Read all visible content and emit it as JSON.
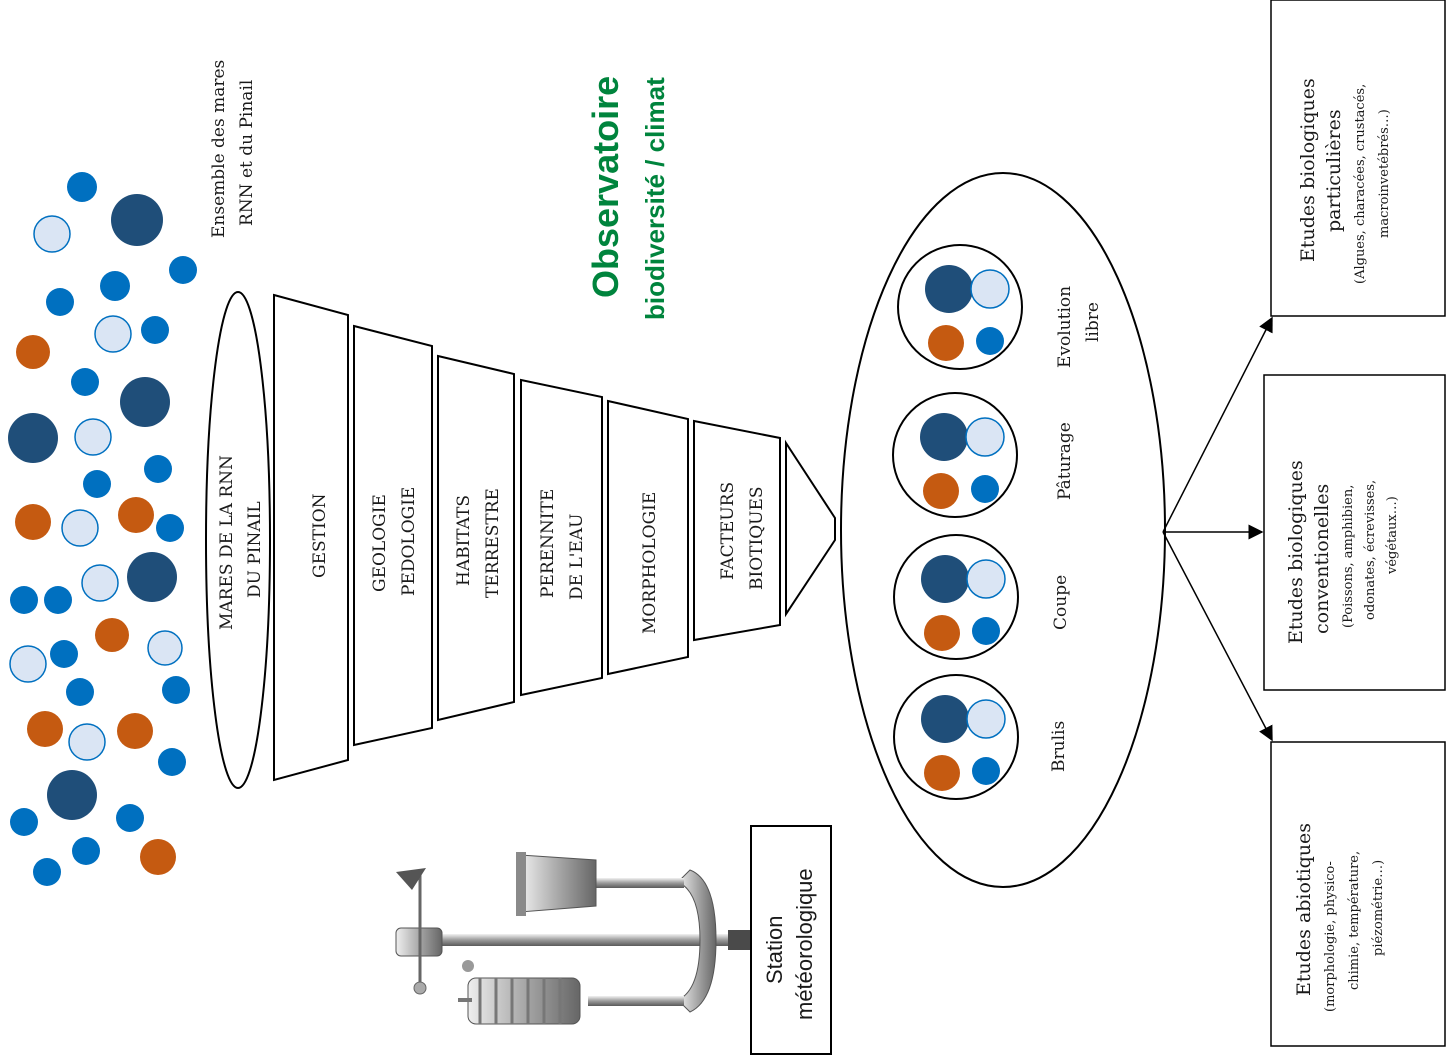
{
  "colors": {
    "dark_blue": "#1f4e79",
    "mid_blue": "#0070c0",
    "light_blue": "#dae5f4",
    "orange": "#c55a11",
    "green_title": "#00843d"
  },
  "header_pool": {
    "line1": "Ensemble des mares",
    "line2": "RNN et du Pinail"
  },
  "observatoire": {
    "title": "Observatoire",
    "subtitle": "biodiversité / climat"
  },
  "funnel": {
    "mouth": {
      "line1": "MARES DE LA RNN",
      "line2": "DU PINAIL"
    },
    "segments": [
      {
        "line1": "GESTION",
        "line2": ""
      },
      {
        "line1": "GEOLOGIE",
        "line2": "PEDOLOGIE"
      },
      {
        "line1": "HABITATS",
        "line2": "TERRESTRE"
      },
      {
        "line1": "PERENNITE",
        "line2": "DE L'EAU"
      },
      {
        "line1": "MORPHOLOGIE",
        "line2": ""
      },
      {
        "line1": "FACTEURS",
        "line2": "BIOTIQUES"
      }
    ]
  },
  "treatments": [
    {
      "line1": "Evolution",
      "line2": "libre"
    },
    {
      "line1": "Pâturage",
      "line2": ""
    },
    {
      "line1": "Coupe",
      "line2": ""
    },
    {
      "line1": "Brulis",
      "line2": ""
    }
  ],
  "studies": [
    {
      "title": "Etudes biologiques",
      "line2": "particulières",
      "detail1": "(Algues, characées, crustacés,",
      "detail2": "macroinvetébrés…)",
      "detail3": ""
    },
    {
      "title": "Etudes biologiques",
      "line2": "conventionelles",
      "detail1": "(Poissons, amphibien,",
      "detail2": "odonates, écrevisses,",
      "detail3": "végétaux…)"
    },
    {
      "title": "Etudes abiotiques",
      "line2": "",
      "detail1": "(morphologie, physico-",
      "detail2": "chimie, température,",
      "detail3": "piézométrie…)"
    }
  ],
  "station": {
    "line1": "Station",
    "line2": "météorologique"
  }
}
